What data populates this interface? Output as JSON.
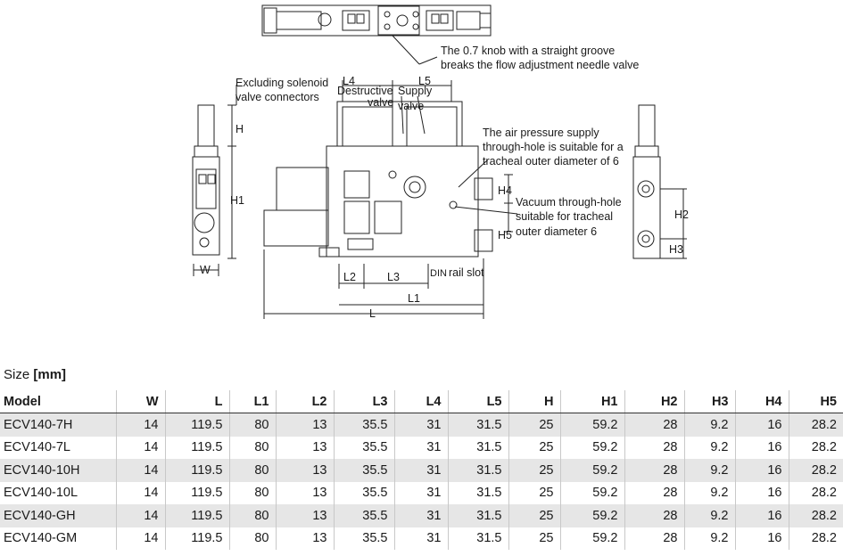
{
  "drawing": {
    "callouts": {
      "knob_line1": "The 0.7 knob with a straight groove",
      "knob_line2": "breaks the flow adjustment needle valve",
      "excl_line1": "Excluding solenoid",
      "excl_line2": "valve connectors",
      "destructive_line1": "Destructive",
      "destructive_line2": "valve",
      "supply_line1": "Supply",
      "supply_line2": "valve",
      "air_line1": "The air pressure supply",
      "air_line2": "through-hole is suitable for a",
      "air_line3": "tracheal outer diameter of 6",
      "vac_line1": "Vacuum through-hole",
      "vac_line2": "suitable for tracheal",
      "vac_line3": "outer diameter 6",
      "din_prefix": "DIN",
      "din_suffix": "rail slot"
    },
    "dims": {
      "H": "H",
      "H1": "H1",
      "W": "W",
      "L": "L",
      "L1": "L1",
      "L2": "L2",
      "L3": "L3",
      "L4": "L4",
      "L5": "L5",
      "H2": "H2",
      "H3": "H3",
      "H4": "H4",
      "H5": "H5"
    }
  },
  "size": {
    "prefix": "Size",
    "unit": "[mm]"
  },
  "table": {
    "headers": [
      "Model",
      "W",
      "L",
      "L1",
      "L2",
      "L3",
      "L4",
      "L5",
      "H",
      "H1",
      "H2",
      "H3",
      "H4",
      "H5"
    ],
    "rows": [
      [
        "ECV140-7H",
        "14",
        "119.5",
        "80",
        "13",
        "35.5",
        "31",
        "31.5",
        "25",
        "59.2",
        "28",
        "9.2",
        "16",
        "28.2"
      ],
      [
        "ECV140-7L",
        "14",
        "119.5",
        "80",
        "13",
        "35.5",
        "31",
        "31.5",
        "25",
        "59.2",
        "28",
        "9.2",
        "16",
        "28.2"
      ],
      [
        "ECV140-10H",
        "14",
        "119.5",
        "80",
        "13",
        "35.5",
        "31",
        "31.5",
        "25",
        "59.2",
        "28",
        "9.2",
        "16",
        "28.2"
      ],
      [
        "ECV140-10L",
        "14",
        "119.5",
        "80",
        "13",
        "35.5",
        "31",
        "31.5",
        "25",
        "59.2",
        "28",
        "9.2",
        "16",
        "28.2"
      ],
      [
        "ECV140-GH",
        "14",
        "119.5",
        "80",
        "13",
        "35.5",
        "31",
        "31.5",
        "25",
        "59.2",
        "28",
        "9.2",
        "16",
        "28.2"
      ],
      [
        "ECV140-GM",
        "14",
        "119.5",
        "80",
        "13",
        "35.5",
        "31",
        "31.5",
        "25",
        "59.2",
        "28",
        "9.2",
        "16",
        "28.2"
      ]
    ]
  }
}
